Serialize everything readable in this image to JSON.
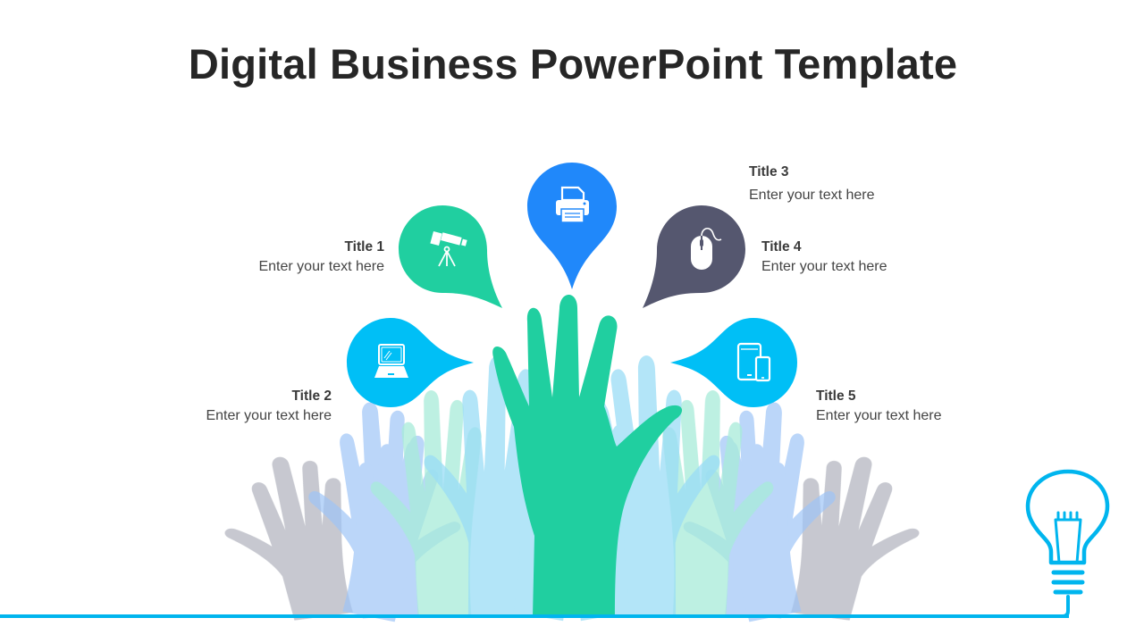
{
  "slide": {
    "title": "Digital Business PowerPoint Template"
  },
  "items": [
    {
      "title": "Title 1",
      "text": "Enter your text here",
      "icon": "telescope-icon",
      "color": "#20CFA0"
    },
    {
      "title": "Title 2",
      "text": "Enter your text here",
      "icon": "laptop-icon",
      "color": "#00BFF6"
    },
    {
      "title": "Title 3",
      "text": "Enter your text here",
      "icon": "printer-icon",
      "color": "#2088FA"
    },
    {
      "title": "Title 4",
      "text": "Enter your text here",
      "icon": "mouse-icon",
      "color": "#55576F"
    },
    {
      "title": "Title 5",
      "text": "Enter your text here",
      "icon": "devices-icon",
      "color": "#00BFF6"
    }
  ],
  "colors": {
    "title_text": "#262626",
    "main_hand": "#20CFA0",
    "bg_hand_gray": "#C4C6CE",
    "bg_hand_blue": "#A8CBF8",
    "bg_hand_mint": "#B6EEE0",
    "bg_hand_sky": "#AEE4F8",
    "baseline": "#00B5EE",
    "bulb": "#00B5EE"
  }
}
